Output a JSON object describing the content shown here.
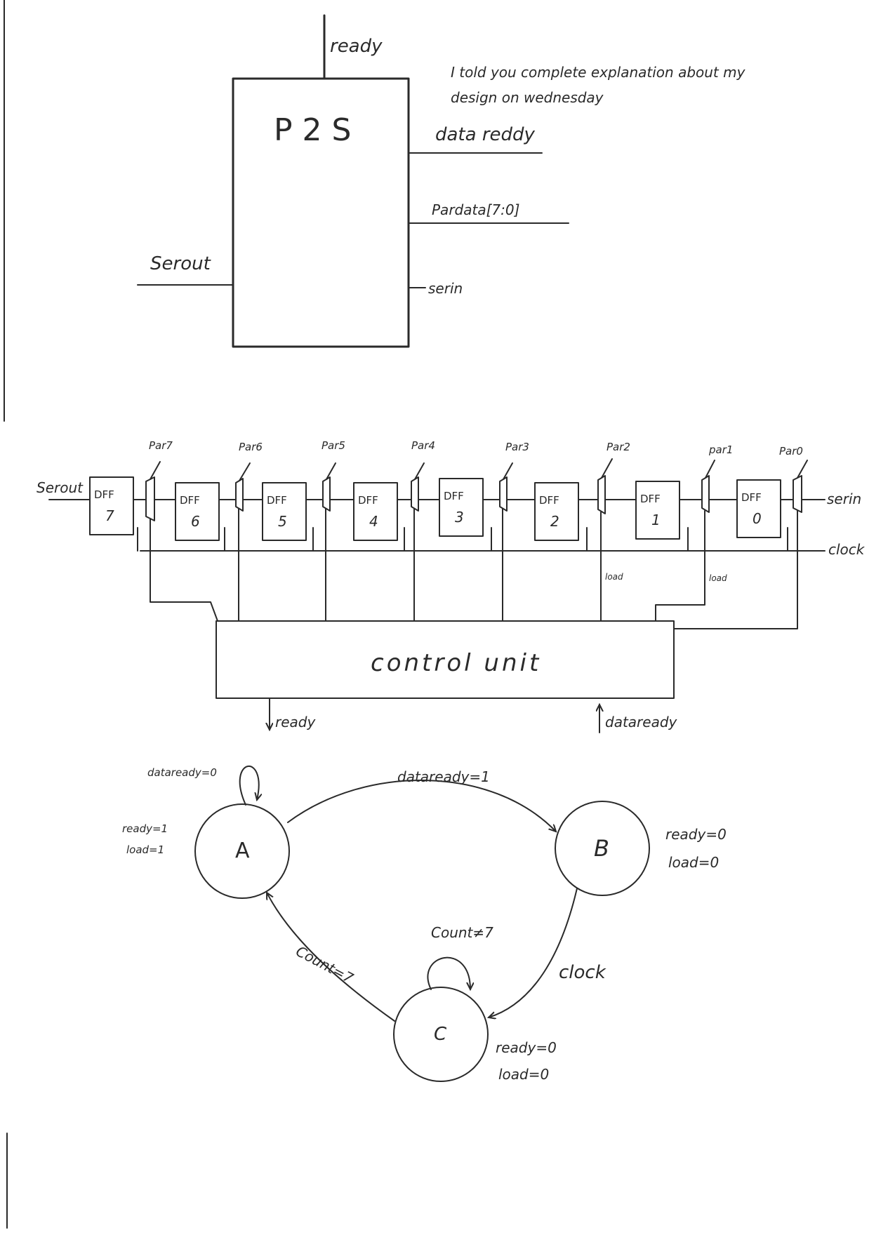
{
  "note": {
    "line1": "I told you complete explanation about my",
    "line2": "design on wednesday"
  },
  "p2s_block": {
    "title": "P2S",
    "ready": "ready",
    "data_ready": "data reddy",
    "pardata": "Pardata[7:0]",
    "serin": "serin",
    "serout": "Serout"
  },
  "shift_register": {
    "serout": "Serout",
    "serin": "serin",
    "clock": "clock",
    "load_labels": [
      "load",
      "load"
    ],
    "par_labels": [
      "Par7",
      "Par6",
      "Par5",
      "Par4",
      "Par3",
      "Par2",
      "par1",
      "Par0"
    ],
    "dffs": [
      {
        "name": "DFF",
        "index": "7"
      },
      {
        "name": "DFF",
        "index": "6"
      },
      {
        "name": "DFF",
        "index": "5"
      },
      {
        "name": "DFF",
        "index": "4"
      },
      {
        "name": "DFF",
        "index": "3"
      },
      {
        "name": "DFF",
        "index": "2"
      },
      {
        "name": "DFF",
        "index": "1"
      },
      {
        "name": "DFF",
        "index": "0"
      }
    ]
  },
  "control_unit": {
    "label": "control unit",
    "ready": "ready",
    "dataready": "dataready"
  },
  "state_machine": {
    "states": [
      {
        "name": "A",
        "outputs": [
          "ready=1",
          "load=1"
        ]
      },
      {
        "name": "B",
        "outputs": [
          "ready=0",
          "load=0"
        ]
      },
      {
        "name": "C",
        "outputs": [
          "ready=0",
          "load=0"
        ]
      }
    ],
    "transitions": {
      "a_self": "dataready=0",
      "a_to_b": "dataready=1",
      "b_to_c": "clock",
      "c_self": "Count≠7",
      "c_to_a": "Count=7"
    }
  }
}
